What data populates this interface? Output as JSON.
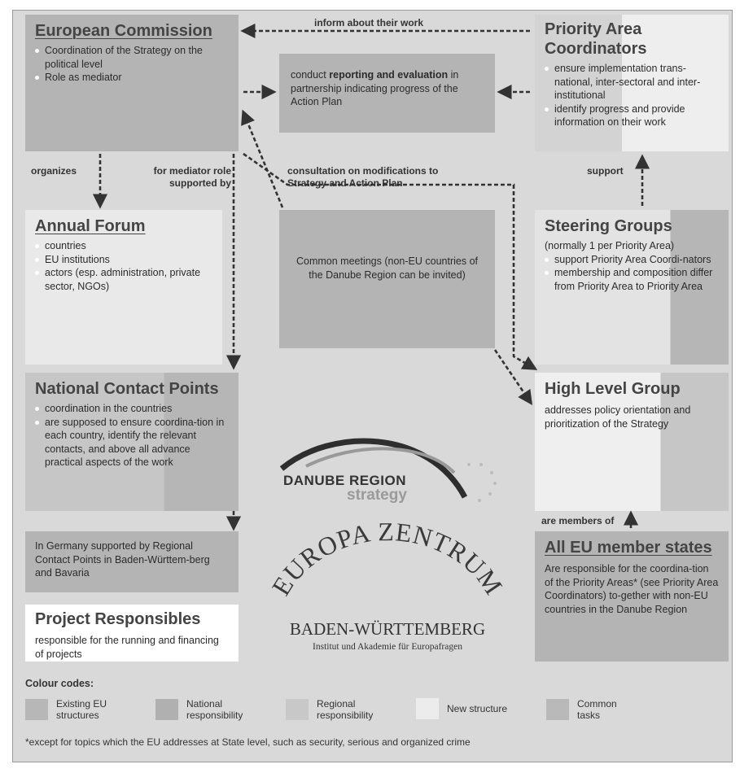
{
  "ec": {
    "title": "European Commission",
    "items": [
      "Coordination of the Strategy on the political level",
      "Role as mediator"
    ]
  },
  "pac": {
    "title": "Priority Area Coordinators",
    "items": [
      "ensure implementation trans-national, inter-sectoral and inter-institutional",
      "identify progress and provide information on their work"
    ]
  },
  "reporting": {
    "pre": "conduct ",
    "bold": "reporting and evaluation",
    "post": " in partnership indicating progress of the Action Plan"
  },
  "arrows": {
    "inform": "inform about their work",
    "organizes": "organizes",
    "mediator": "for mediator role supported by",
    "consultation": "consultation on modifications to Strategy and Action Plan",
    "support": "support",
    "members": "are members of"
  },
  "forum": {
    "title": "Annual Forum",
    "items": [
      "countries",
      "EU institutions",
      "actors (esp. administration, private sector, NGOs)"
    ]
  },
  "meetings": {
    "text": "Common meetings (non-EU countries of the Danube Region can be invited)"
  },
  "steering": {
    "title": "Steering Groups",
    "subtitle": "(normally 1 per Priority Area)",
    "items": [
      "support Priority Area Coordi-nators",
      "membership and composition differ from Priority Area to Priority Area"
    ]
  },
  "ncp": {
    "title": "National Contact Points",
    "items": [
      "coordination in the countries",
      "are supposed to ensure coordina-tion in each country, identify the relevant contacts, and above all advance practical aspects of the work"
    ]
  },
  "hlg": {
    "title": "High Level Group",
    "text": "addresses policy orientation and prioritization of the Strategy"
  },
  "danube_logo": {
    "line1": "DANUBE REGION",
    "line2": "strategy"
  },
  "germany": {
    "text": "In Germany supported by Regional Contact Points in Baden-Württem-berg and Bavaria"
  },
  "eu_states": {
    "title": "All EU member states",
    "text": "Are responsible for the coordina-tion of the Priority Areas* (see Priority Area Coordinators) to-gether with non-EU countries in the Danube Region"
  },
  "projects": {
    "title": "Project Responsibles",
    "text": "responsible for the running and financing of projects"
  },
  "europa_logo": {
    "arc": "EUROPA ZENTRUM",
    "line1": "BADEN-WÜRTTEMBERG",
    "line2": "Institut und Akademie für Europafragen"
  },
  "legend": {
    "heading": "Colour codes:",
    "items": [
      {
        "label": "Existing EU structures",
        "color": "#b7b7b7"
      },
      {
        "label": "National responsibility",
        "color": "#b0b0b0"
      },
      {
        "label": "Regional responsibility",
        "color": "#c8c8c8"
      },
      {
        "label": "New structure",
        "color": "#ececec"
      },
      {
        "label": "Common tasks",
        "color": "#b9b9b9"
      }
    ]
  },
  "footnote": "*except for topics which the EU addresses at State level, such as security, serious and organized crime",
  "colors": {
    "background": "#d9d9d9",
    "arrow": "#3a3a3a"
  }
}
